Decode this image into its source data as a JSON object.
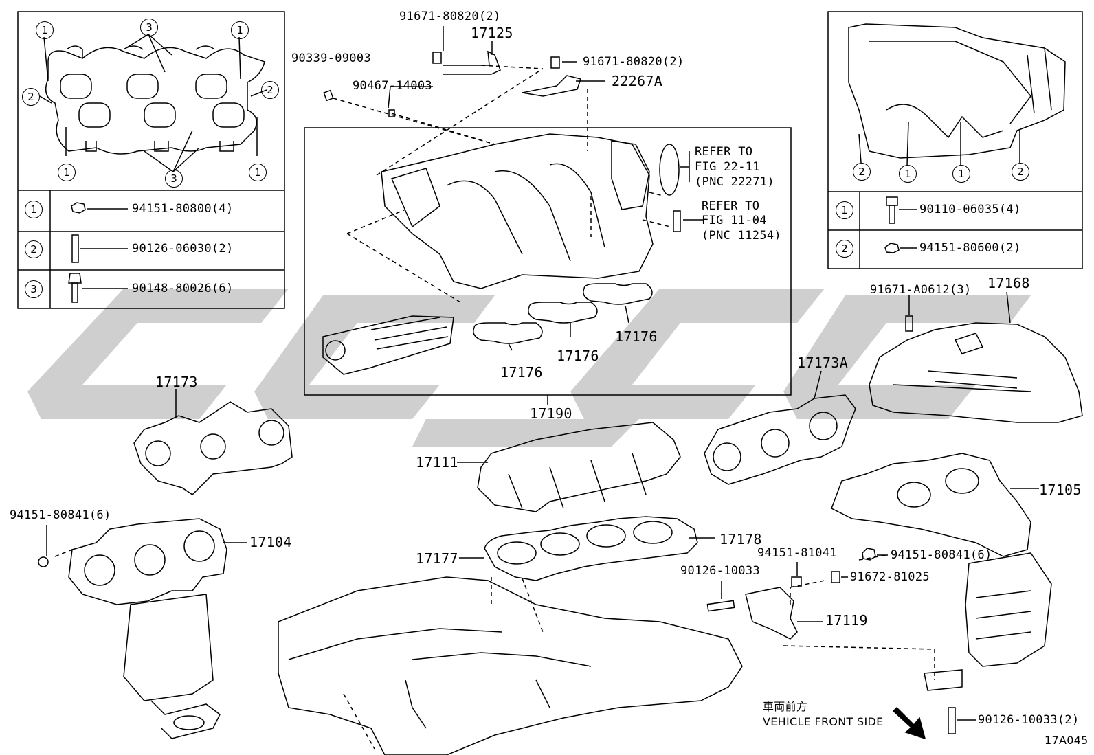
{
  "part_numbers": {
    "bolt_bracket_top": "91671-80820(2)",
    "bracket_17125": "17125",
    "pin": "90339-09003",
    "clip": "90467-14003",
    "bolt_bracket_right": "91671-80820(2)",
    "bracket_22267a": "22267A",
    "refer_1_line1": "REFER TO",
    "refer_1_line2": "FIG 22-11",
    "refer_1_line3": "(PNC 22271)",
    "refer_2_line1": "REFER TO",
    "refer_2_line2": "FIG 11-04",
    "refer_2_line3": "(PNC 11254)",
    "gasket_17176_a": "17176",
    "gasket_17176_b": "17176",
    "gasket_17176_c": "17176",
    "manifold_assy": "17190",
    "gasket_17173": "17173",
    "gasket_17173a": "17173A",
    "manifold_17111": "17111",
    "insulator_17168": "17168",
    "bolt_insulator": "91671-A0612(3)",
    "converter_17105": "17105",
    "nut_left": "94151-80841(6)",
    "converter_17104": "17104",
    "gasket_17178": "17178",
    "gasket_17177": "17177",
    "nut_81041": "94151-81041",
    "stud_10033": "90126-10033",
    "bolt_81025": "91672-81025",
    "nut_right": "94151-80841(6)",
    "bracket_17119": "17119",
    "stud_bottom": "90126-10033(2)",
    "front_jp": "車両前方",
    "front_en": "VEHICLE FRONT SIDE",
    "fig_id": "17A045"
  },
  "left_box": {
    "callouts": [
      "1",
      "3",
      "1",
      "2",
      "2",
      "1",
      "3",
      "1"
    ],
    "rows": [
      {
        "key": "1",
        "part": "94151-80800(4)"
      },
      {
        "key": "2",
        "part": "90126-06030(2)"
      },
      {
        "key": "3",
        "part": "90148-80026(6)"
      }
    ]
  },
  "right_box": {
    "callouts": [
      "2",
      "1",
      "1",
      "2"
    ],
    "rows": [
      {
        "key": "1",
        "part": "90110-06035(4)"
      },
      {
        "key": "2",
        "part": "94151-80600(2)"
      }
    ]
  },
  "colors": {
    "line": "#000000",
    "watermark": "#c8c8c8"
  }
}
